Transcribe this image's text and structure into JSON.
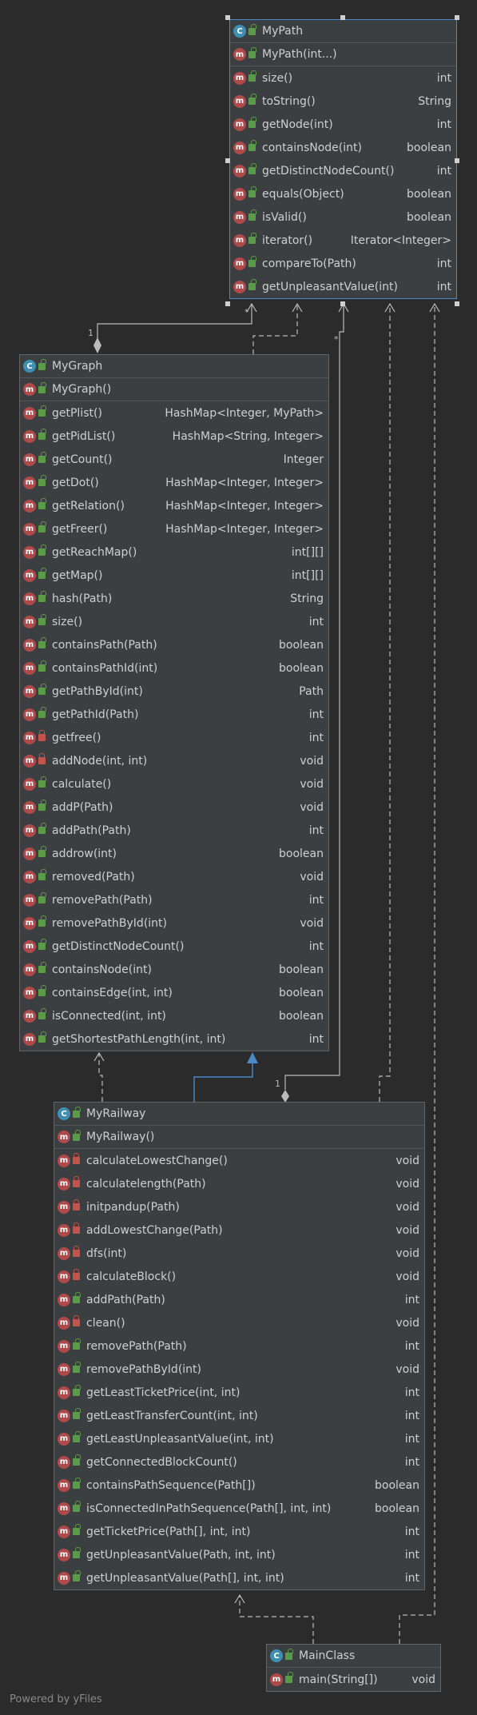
{
  "classes": {
    "mypath": {
      "name": "MyPath",
      "constructor": "MyPath(int...)",
      "methods": [
        {
          "name": "size()",
          "type": "int",
          "vis": "pub"
        },
        {
          "name": "toString()",
          "type": "String",
          "vis": "pub"
        },
        {
          "name": "getNode(int)",
          "type": "int",
          "vis": "pub"
        },
        {
          "name": "containsNode(int)",
          "type": "boolean",
          "vis": "pub"
        },
        {
          "name": "getDistinctNodeCount()",
          "type": "int",
          "vis": "pub"
        },
        {
          "name": "equals(Object)",
          "type": "boolean",
          "vis": "pub"
        },
        {
          "name": "isValid()",
          "type": "boolean",
          "vis": "pub"
        },
        {
          "name": "iterator()",
          "type": "Iterator<Integer>",
          "vis": "pub"
        },
        {
          "name": "compareTo(Path)",
          "type": "int",
          "vis": "pub"
        },
        {
          "name": "getUnpleasantValue(int)",
          "type": "int",
          "vis": "pub"
        }
      ]
    },
    "mygraph": {
      "name": "MyGraph",
      "constructor": "MyGraph()",
      "methods": [
        {
          "name": "getPlist()",
          "type": "HashMap<Integer, MyPath>",
          "vis": "pub"
        },
        {
          "name": "getPidList()",
          "type": "HashMap<String, Integer>",
          "vis": "pub"
        },
        {
          "name": "getCount()",
          "type": "Integer",
          "vis": "pub"
        },
        {
          "name": "getDot()",
          "type": "HashMap<Integer, Integer>",
          "vis": "pub"
        },
        {
          "name": "getRelation()",
          "type": "HashMap<Integer, Integer>",
          "vis": "pub"
        },
        {
          "name": "getFreer()",
          "type": "HashMap<Integer, Integer>",
          "vis": "pub"
        },
        {
          "name": "getReachMap()",
          "type": "int[][]",
          "vis": "pub"
        },
        {
          "name": "getMap()",
          "type": "int[][]",
          "vis": "pub"
        },
        {
          "name": "hash(Path)",
          "type": "String",
          "vis": "pub"
        },
        {
          "name": "size()",
          "type": "int",
          "vis": "pub"
        },
        {
          "name": "containsPath(Path)",
          "type": "boolean",
          "vis": "pub"
        },
        {
          "name": "containsPathId(int)",
          "type": "boolean",
          "vis": "pub"
        },
        {
          "name": "getPathById(int)",
          "type": "Path",
          "vis": "pub"
        },
        {
          "name": "getPathId(Path)",
          "type": "int",
          "vis": "pub"
        },
        {
          "name": "getfree()",
          "type": "int",
          "vis": "pri"
        },
        {
          "name": "addNode(int, int)",
          "type": "void",
          "vis": "pri"
        },
        {
          "name": "calculate()",
          "type": "void",
          "vis": "pub"
        },
        {
          "name": "addP(Path)",
          "type": "void",
          "vis": "pub"
        },
        {
          "name": "addPath(Path)",
          "type": "int",
          "vis": "pub"
        },
        {
          "name": "addrow(int)",
          "type": "boolean",
          "vis": "pub"
        },
        {
          "name": "removed(Path)",
          "type": "void",
          "vis": "pub"
        },
        {
          "name": "removePath(Path)",
          "type": "int",
          "vis": "pub"
        },
        {
          "name": "removePathById(int)",
          "type": "void",
          "vis": "pub"
        },
        {
          "name": "getDistinctNodeCount()",
          "type": "int",
          "vis": "pub"
        },
        {
          "name": "containsNode(int)",
          "type": "boolean",
          "vis": "pub"
        },
        {
          "name": "containsEdge(int, int)",
          "type": "boolean",
          "vis": "pub"
        },
        {
          "name": "isConnected(int, int)",
          "type": "boolean",
          "vis": "pub"
        },
        {
          "name": "getShortestPathLength(int, int)",
          "type": "int",
          "vis": "pub"
        }
      ]
    },
    "myrailway": {
      "name": "MyRailway",
      "constructor": "MyRailway()",
      "methods": [
        {
          "name": "calculateLowestChange()",
          "type": "void",
          "vis": "pri"
        },
        {
          "name": "calculatelength(Path)",
          "type": "void",
          "vis": "pri"
        },
        {
          "name": "initpandup(Path)",
          "type": "void",
          "vis": "pri"
        },
        {
          "name": "addLowestChange(Path)",
          "type": "void",
          "vis": "pri"
        },
        {
          "name": "dfs(int)",
          "type": "void",
          "vis": "pri"
        },
        {
          "name": "calculateBlock()",
          "type": "void",
          "vis": "pri"
        },
        {
          "name": "addPath(Path)",
          "type": "int",
          "vis": "pub"
        },
        {
          "name": "clean()",
          "type": "void",
          "vis": "pri"
        },
        {
          "name": "removePath(Path)",
          "type": "int",
          "vis": "pub"
        },
        {
          "name": "removePathById(int)",
          "type": "void",
          "vis": "pub"
        },
        {
          "name": "getLeastTicketPrice(int, int)",
          "type": "int",
          "vis": "pub"
        },
        {
          "name": "getLeastTransferCount(int, int)",
          "type": "int",
          "vis": "pub"
        },
        {
          "name": "getLeastUnpleasantValue(int, int)",
          "type": "int",
          "vis": "pub"
        },
        {
          "name": "getConnectedBlockCount()",
          "type": "int",
          "vis": "pub"
        },
        {
          "name": "containsPathSequence(Path[])",
          "type": "boolean",
          "vis": "pub"
        },
        {
          "name": "isConnectedInPathSequence(Path[], int, int)",
          "type": "boolean",
          "vis": "pub"
        },
        {
          "name": "getTicketPrice(Path[], int, int)",
          "type": "int",
          "vis": "pub"
        },
        {
          "name": "getUnpleasantValue(Path, int, int)",
          "type": "int",
          "vis": "pub"
        },
        {
          "name": "getUnpleasantValue(Path[], int, int)",
          "type": "int",
          "vis": "pub"
        }
      ]
    },
    "mainclass": {
      "name": "MainClass",
      "methods": [
        {
          "name": "main(String[])",
          "type": "void",
          "vis": "pub"
        }
      ]
    }
  },
  "multiplicities": {
    "graph_path_one": "1",
    "graph_path_many": "*",
    "railway_path_one": "1",
    "railway_path_many": "*"
  },
  "colors": {
    "background": "#2b2b2b",
    "box": "#3c3f41",
    "edge": "#bbbbbb",
    "inherit": "#4a88c7"
  },
  "footer": "Powered by yFiles"
}
